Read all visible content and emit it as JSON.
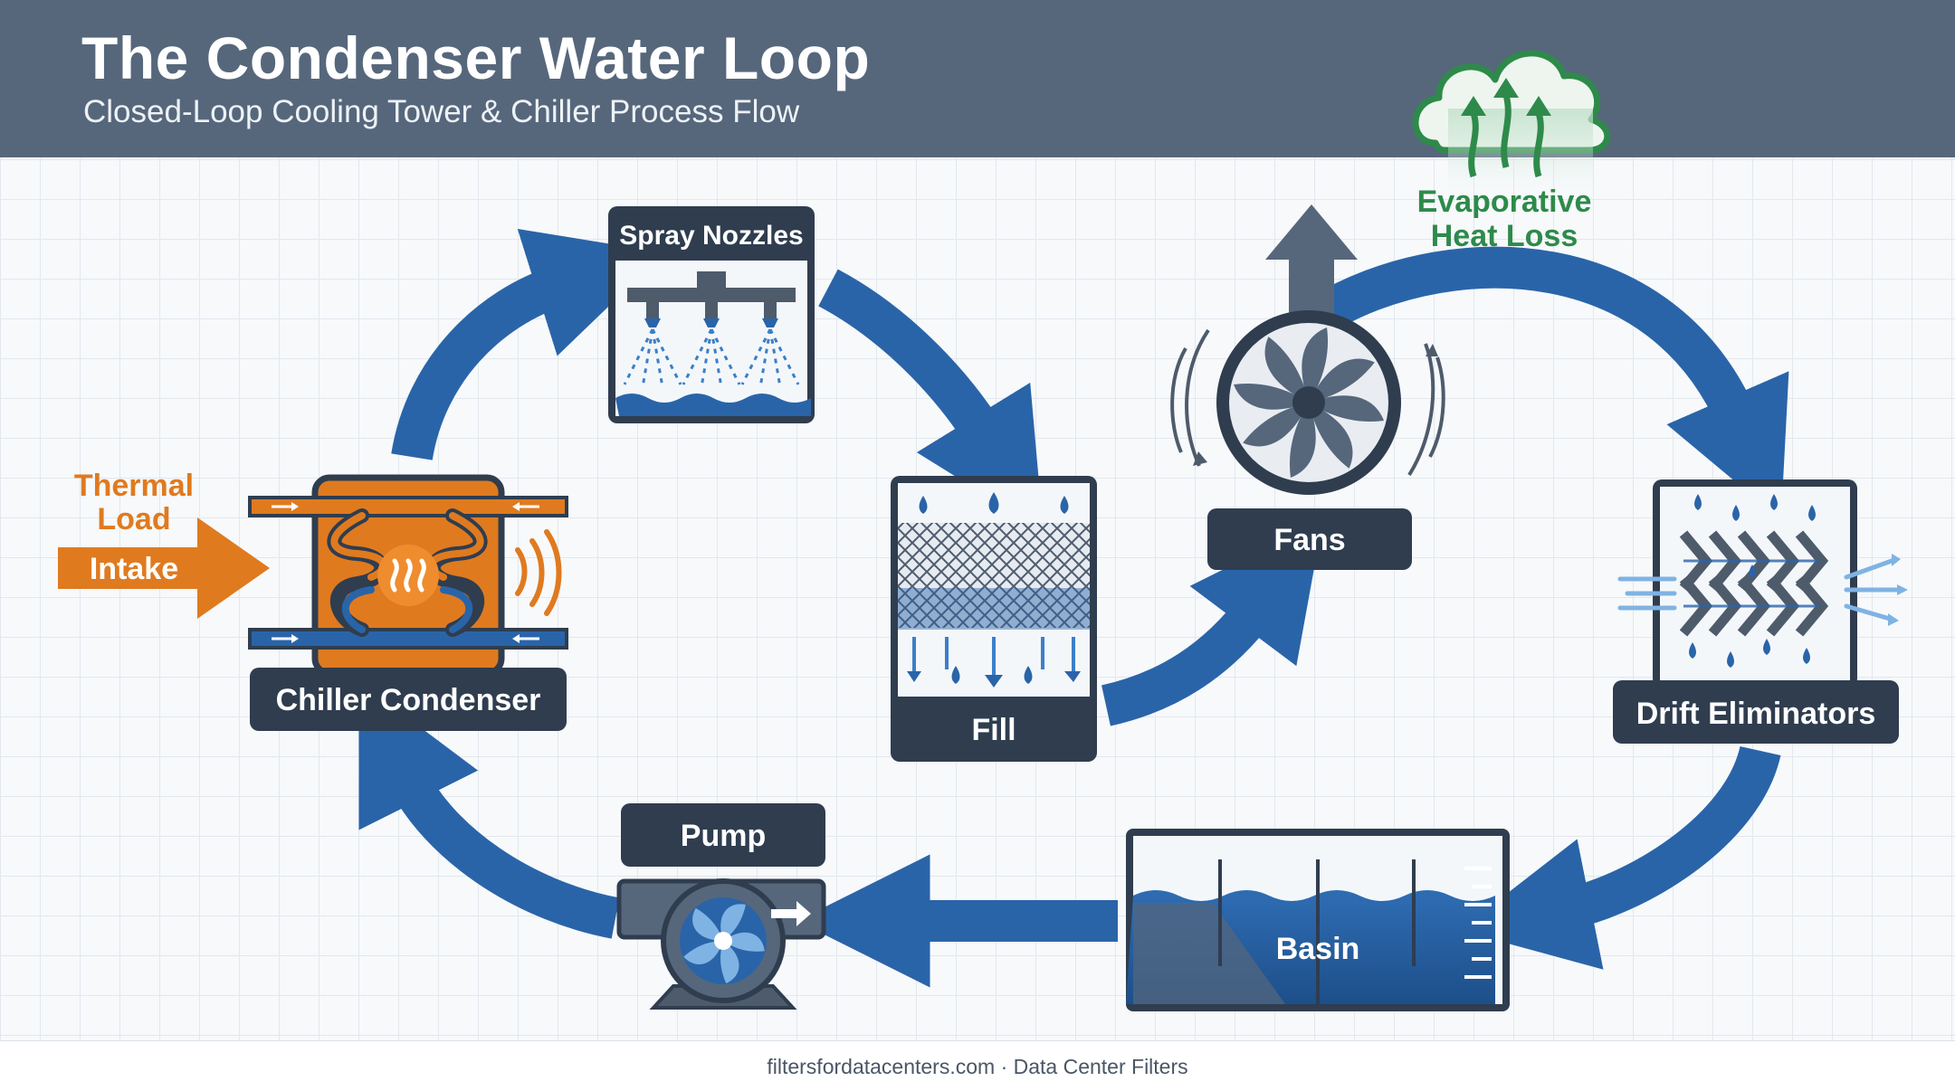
{
  "header": {
    "title": "The Condenser Water Loop",
    "subtitle": "Closed-Loop Cooling Tower & Chiller Process Flow"
  },
  "nodes": {
    "spray_nozzles": "Spray Nozzles",
    "fill": "Fill",
    "fans": "Fans",
    "drift_eliminators": "Drift Eliminators",
    "basin": "Basin",
    "pump": "Pump",
    "chiller_condenser": "Chiller Condenser"
  },
  "thermal_load": {
    "line1": "Thermal",
    "line2": "Load",
    "intake": "Intake"
  },
  "evaporative": {
    "line1": "Evaporative",
    "line2": "Heat Loss"
  },
  "footer": "filtersfordatacenters.com · Data Center Filters",
  "colors": {
    "header_bg": "#56677c",
    "flow_blue": "#2a64a8",
    "label_dark": "#2f3d4f",
    "thermal_orange": "#e07a1f",
    "evap_green": "#2e8a4a"
  },
  "icons": [
    "spray-nozzle-icon",
    "fill-media-icon",
    "fan-icon",
    "drift-eliminator-icon",
    "basin-icon",
    "pump-icon",
    "heat-exchanger-icon",
    "cloud-icon"
  ]
}
